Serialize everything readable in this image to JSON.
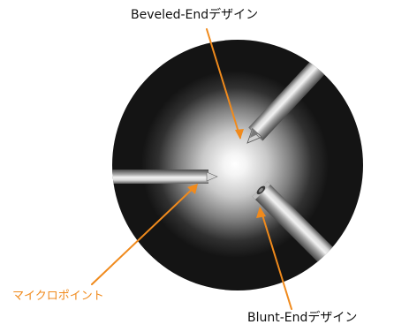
{
  "labels": {
    "beveled": "Beveled-Endデザイン",
    "micropoint": "マイクロポイント",
    "blunt": "Blunt-Endデザイン"
  },
  "colors": {
    "callout_line": "#f08a1c",
    "micropoint_text": "#f08a1c",
    "dark_label_text": "#111111",
    "dish_outer": "#141414",
    "glow_center": "#ffffff"
  },
  "icons": {
    "beveled_tip": "beveled-needle-icon",
    "micropoint_tip": "micropoint-needle-icon",
    "blunt_tip": "blunt-needle-icon"
  }
}
